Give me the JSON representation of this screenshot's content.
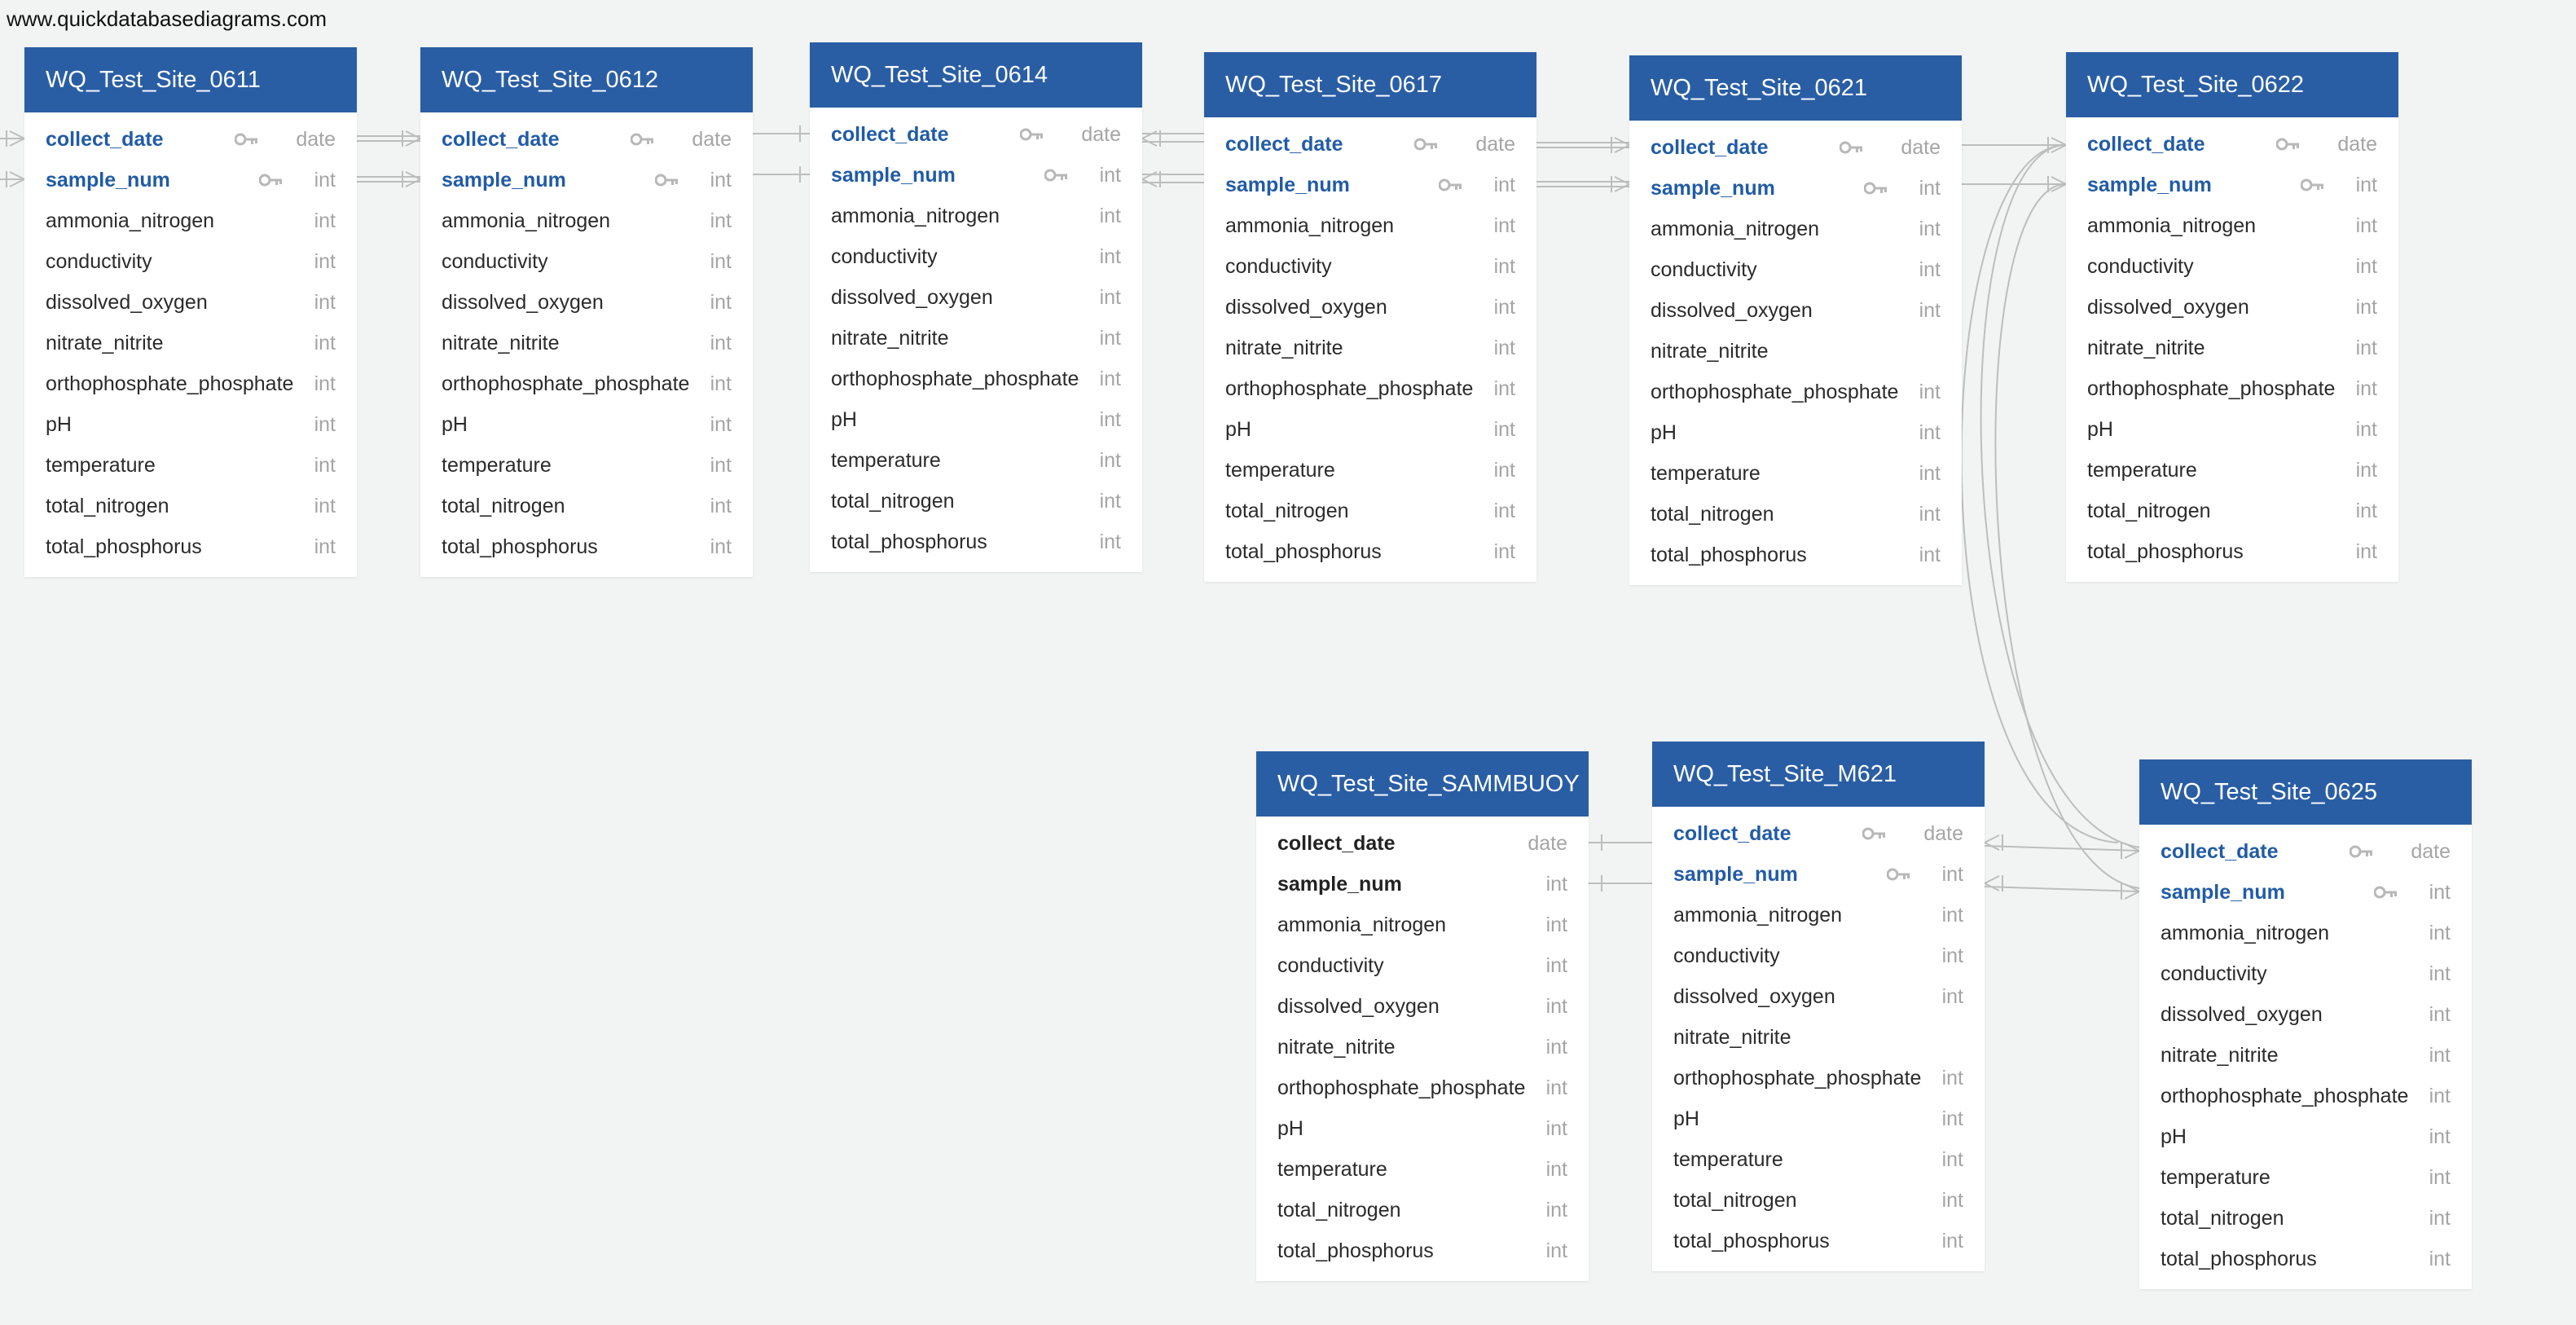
{
  "site_label": "www.quickdatabasediagrams.com",
  "colors": {
    "header": "#2a5ea4",
    "primary_key_text": "#215ba6",
    "line": "#bdbdbd",
    "background": "#f2f4f4"
  },
  "tables": [
    {
      "name": "WQ_Test_Site_0611",
      "columns": [
        {
          "name": "collect_date",
          "type": "date",
          "pk": true,
          "icon": "key-icon"
        },
        {
          "name": "sample_num",
          "type": "int",
          "pk": true,
          "icon": "key-icon"
        },
        {
          "name": "ammonia_nitrogen",
          "type": "int"
        },
        {
          "name": "conductivity",
          "type": "int"
        },
        {
          "name": "dissolved_oxygen",
          "type": "int"
        },
        {
          "name": "nitrate_nitrite",
          "type": "int"
        },
        {
          "name": "orthophosphate_phosphate",
          "type": "int"
        },
        {
          "name": "pH",
          "type": "int"
        },
        {
          "name": "temperature",
          "type": "int"
        },
        {
          "name": "total_nitrogen",
          "type": "int"
        },
        {
          "name": "total_phosphorus",
          "type": "int"
        }
      ]
    },
    {
      "name": "WQ_Test_Site_0612",
      "columns": [
        {
          "name": "collect_date",
          "type": "date",
          "pk": true,
          "icon": "key-icon"
        },
        {
          "name": "sample_num",
          "type": "int",
          "pk": true,
          "icon": "key-icon"
        },
        {
          "name": "ammonia_nitrogen",
          "type": "int"
        },
        {
          "name": "conductivity",
          "type": "int"
        },
        {
          "name": "dissolved_oxygen",
          "type": "int"
        },
        {
          "name": "nitrate_nitrite",
          "type": "int"
        },
        {
          "name": "orthophosphate_phosphate",
          "type": "int"
        },
        {
          "name": "pH",
          "type": "int"
        },
        {
          "name": "temperature",
          "type": "int"
        },
        {
          "name": "total_nitrogen",
          "type": "int"
        },
        {
          "name": "total_phosphorus",
          "type": "int"
        }
      ]
    },
    {
      "name": "WQ_Test_Site_0614",
      "columns": [
        {
          "name": "collect_date",
          "type": "date",
          "pk": true,
          "icon": "key-icon"
        },
        {
          "name": "sample_num",
          "type": "int",
          "pk": true,
          "icon": "key-icon"
        },
        {
          "name": "ammonia_nitrogen",
          "type": "int"
        },
        {
          "name": "conductivity",
          "type": "int"
        },
        {
          "name": "dissolved_oxygen",
          "type": "int"
        },
        {
          "name": "nitrate_nitrite",
          "type": "int"
        },
        {
          "name": "orthophosphate_phosphate",
          "type": "int"
        },
        {
          "name": "pH",
          "type": "int"
        },
        {
          "name": "temperature",
          "type": "int"
        },
        {
          "name": "total_nitrogen",
          "type": "int"
        },
        {
          "name": "total_phosphorus",
          "type": "int"
        }
      ]
    },
    {
      "name": "WQ_Test_Site_0617",
      "columns": [
        {
          "name": "collect_date",
          "type": "date",
          "pk": true,
          "icon": "key-icon"
        },
        {
          "name": "sample_num",
          "type": "int",
          "pk": true,
          "icon": "key-icon"
        },
        {
          "name": "ammonia_nitrogen",
          "type": "int"
        },
        {
          "name": "conductivity",
          "type": "int"
        },
        {
          "name": "dissolved_oxygen",
          "type": "int"
        },
        {
          "name": "nitrate_nitrite",
          "type": "int"
        },
        {
          "name": "orthophosphate_phosphate",
          "type": "int"
        },
        {
          "name": "pH",
          "type": "int"
        },
        {
          "name": "temperature",
          "type": "int"
        },
        {
          "name": "total_nitrogen",
          "type": "int"
        },
        {
          "name": "total_phosphorus",
          "type": "int"
        }
      ]
    },
    {
      "name": "WQ_Test_Site_0621",
      "columns": [
        {
          "name": "collect_date",
          "type": "date",
          "pk": true,
          "icon": "key-icon"
        },
        {
          "name": "sample_num",
          "type": "int",
          "pk": true,
          "icon": "key-icon"
        },
        {
          "name": "ammonia_nitrogen",
          "type": "int"
        },
        {
          "name": "conductivity",
          "type": "int"
        },
        {
          "name": "dissolved_oxygen",
          "type": "int"
        },
        {
          "name": "nitrate_nitrite",
          "type": ""
        },
        {
          "name": "orthophosphate_phosphate",
          "type": "int"
        },
        {
          "name": "pH",
          "type": "int"
        },
        {
          "name": "temperature",
          "type": "int"
        },
        {
          "name": "total_nitrogen",
          "type": "int"
        },
        {
          "name": "total_phosphorus",
          "type": "int"
        }
      ]
    },
    {
      "name": "WQ_Test_Site_0622",
      "columns": [
        {
          "name": "collect_date",
          "type": "date",
          "pk": true,
          "icon": "key-icon"
        },
        {
          "name": "sample_num",
          "type": "int",
          "pk": true,
          "icon": "key-icon"
        },
        {
          "name": "ammonia_nitrogen",
          "type": "int"
        },
        {
          "name": "conductivity",
          "type": "int"
        },
        {
          "name": "dissolved_oxygen",
          "type": "int"
        },
        {
          "name": "nitrate_nitrite",
          "type": "int"
        },
        {
          "name": "orthophosphate_phosphate",
          "type": "int"
        },
        {
          "name": "pH",
          "type": "int"
        },
        {
          "name": "temperature",
          "type": "int"
        },
        {
          "name": "total_nitrogen",
          "type": "int"
        },
        {
          "name": "total_phosphorus",
          "type": "int"
        }
      ]
    },
    {
      "name": "WQ_Test_Site_SAMMBUOY",
      "columns": [
        {
          "name": "collect_date",
          "type": "date",
          "bold": true
        },
        {
          "name": "sample_num",
          "type": "int",
          "bold": true
        },
        {
          "name": "ammonia_nitrogen",
          "type": "int"
        },
        {
          "name": "conductivity",
          "type": "int"
        },
        {
          "name": "dissolved_oxygen",
          "type": "int"
        },
        {
          "name": "nitrate_nitrite",
          "type": "int"
        },
        {
          "name": "orthophosphate_phosphate",
          "type": "int"
        },
        {
          "name": "pH",
          "type": "int"
        },
        {
          "name": "temperature",
          "type": "int"
        },
        {
          "name": "total_nitrogen",
          "type": "int"
        },
        {
          "name": "total_phosphorus",
          "type": "int"
        }
      ]
    },
    {
      "name": "WQ_Test_Site_M621",
      "columns": [
        {
          "name": "collect_date",
          "type": "date",
          "pk": true,
          "icon": "key-icon"
        },
        {
          "name": "sample_num",
          "type": "int",
          "pk": true,
          "icon": "key-icon"
        },
        {
          "name": "ammonia_nitrogen",
          "type": "int"
        },
        {
          "name": "conductivity",
          "type": "int"
        },
        {
          "name": "dissolved_oxygen",
          "type": "int"
        },
        {
          "name": "nitrate_nitrite",
          "type": ""
        },
        {
          "name": "orthophosphate_phosphate",
          "type": "int"
        },
        {
          "name": "pH",
          "type": "int"
        },
        {
          "name": "temperature",
          "type": "int"
        },
        {
          "name": "total_nitrogen",
          "type": "int"
        },
        {
          "name": "total_phosphorus",
          "type": "int"
        }
      ]
    },
    {
      "name": "WQ_Test_Site_0625",
      "columns": [
        {
          "name": "collect_date",
          "type": "date",
          "pk": true,
          "icon": "key-icon"
        },
        {
          "name": "sample_num",
          "type": "int",
          "pk": true,
          "icon": "key-icon"
        },
        {
          "name": "ammonia_nitrogen",
          "type": "int"
        },
        {
          "name": "conductivity",
          "type": "int"
        },
        {
          "name": "dissolved_oxygen",
          "type": "int"
        },
        {
          "name": "nitrate_nitrite",
          "type": "int"
        },
        {
          "name": "orthophosphate_phosphate",
          "type": "int"
        },
        {
          "name": "pH",
          "type": "int"
        },
        {
          "name": "temperature",
          "type": "int"
        },
        {
          "name": "total_nitrogen",
          "type": "int"
        },
        {
          "name": "total_phosphorus",
          "type": "int"
        }
      ]
    }
  ]
}
